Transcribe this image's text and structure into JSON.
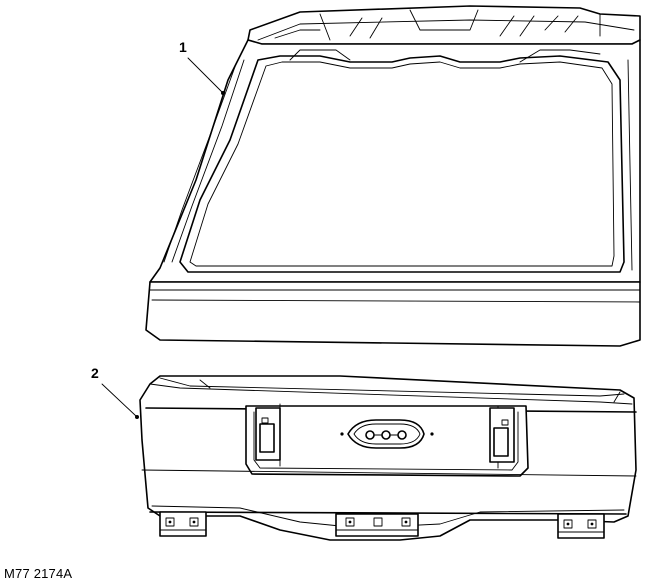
{
  "callouts": [
    {
      "number": "1",
      "part": "upper-tailgate"
    },
    {
      "number": "2",
      "part": "lower-tailgate"
    }
  ],
  "figure_code": "M77 2174A"
}
